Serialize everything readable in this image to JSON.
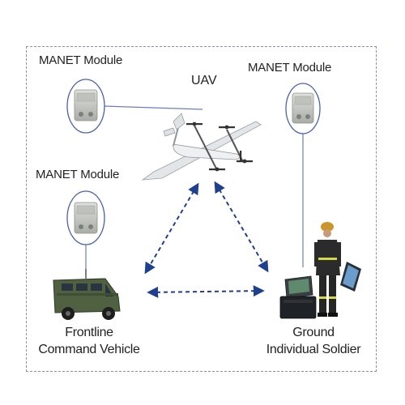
{
  "uav": {
    "label": "UAV"
  },
  "modules": {
    "left_top": "MANET Module",
    "left_mid": "MANET Module",
    "right_top": "MANET Module"
  },
  "vehicle": {
    "line1": "Frontline",
    "line2": "Command Vehicle"
  },
  "soldier": {
    "line1": "Ground",
    "line2": "Individual Soldier"
  },
  "colors": {
    "arrow": "#1f3f8f",
    "connector": "#6b7fb8",
    "frame": "#8a8ea8",
    "module_body": "#c8cbc6",
    "vehicle": "#4f6140",
    "uav_body": "#e6e8ea"
  }
}
